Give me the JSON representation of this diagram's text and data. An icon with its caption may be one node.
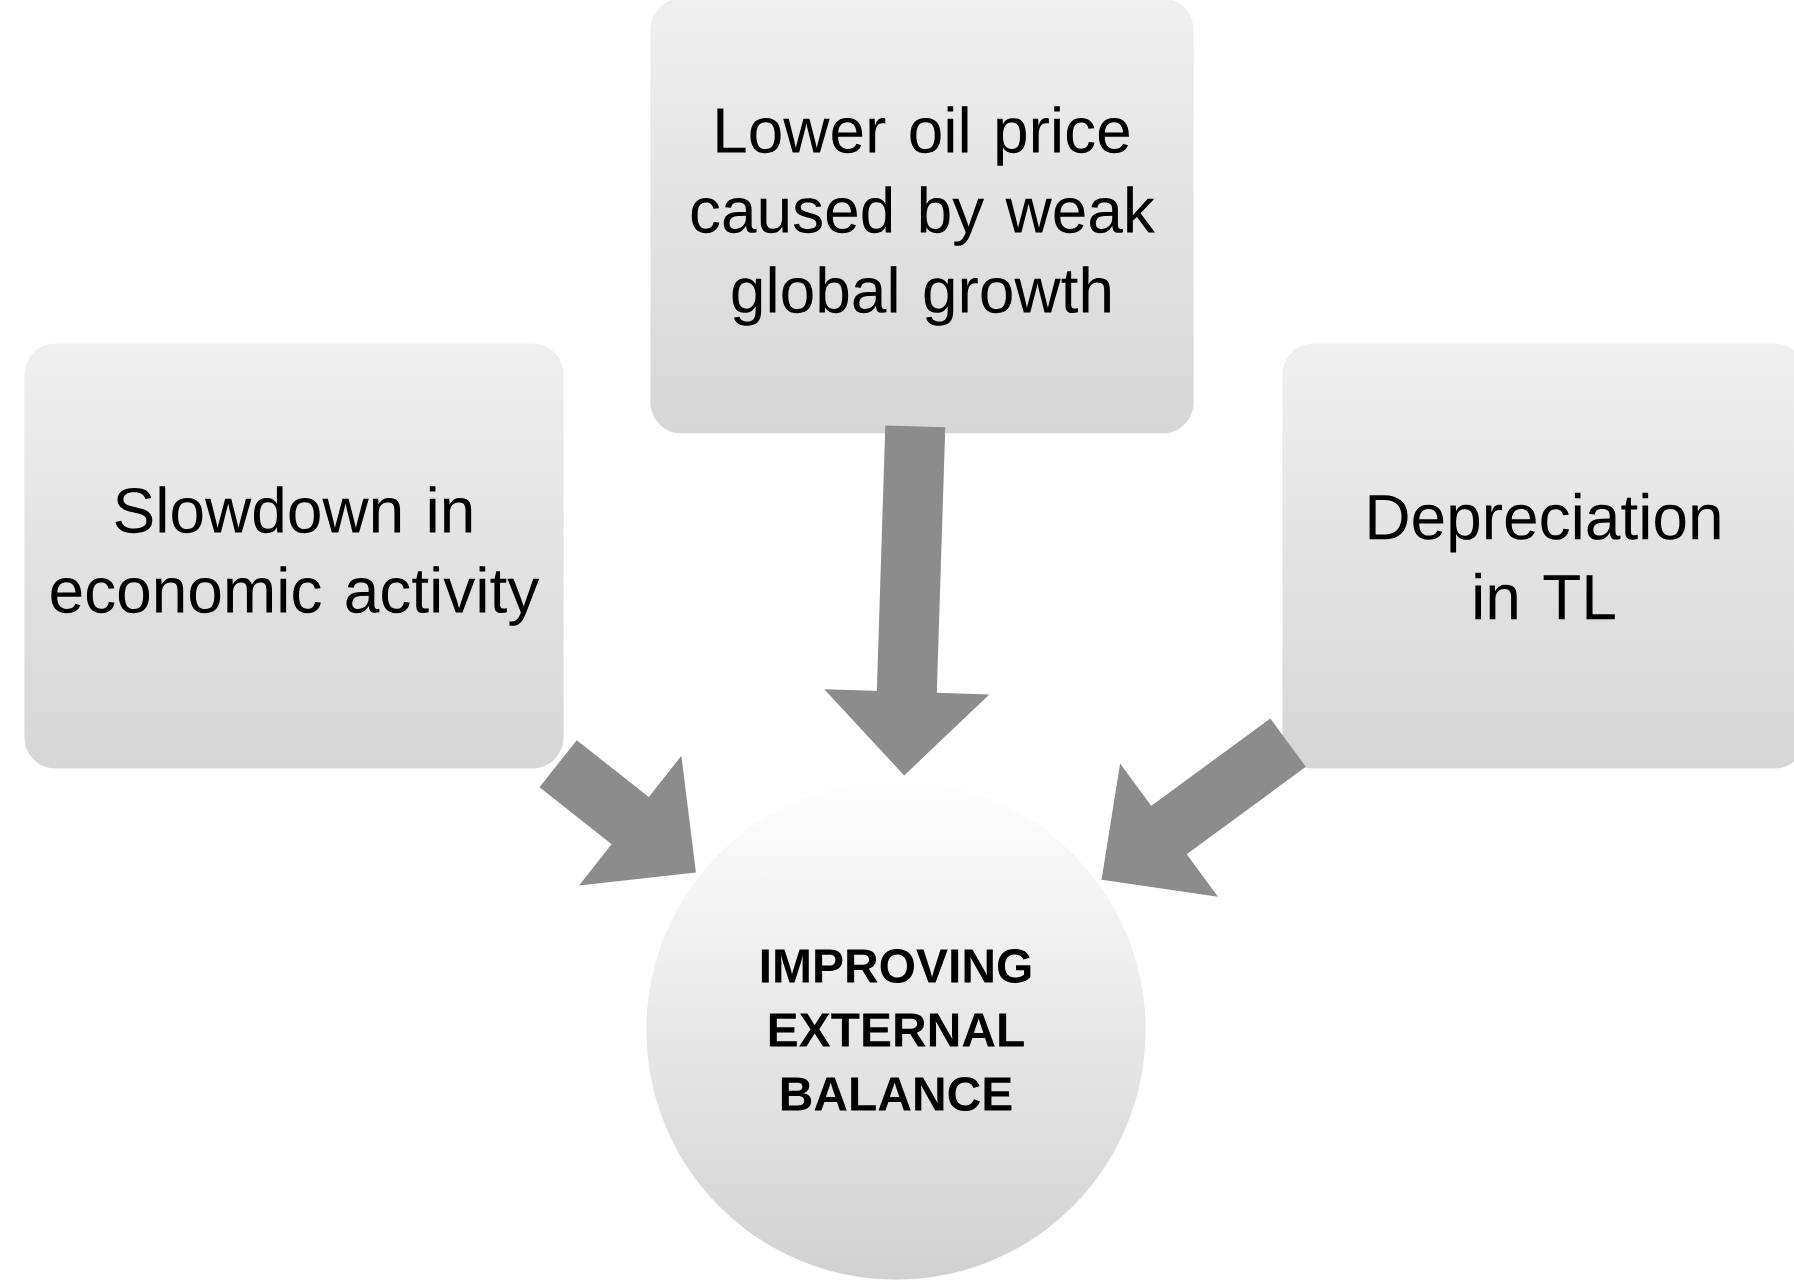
{
  "diagram": {
    "nodes": [
      {
        "text": [
          "Slowdown in economic activity"
        ]
      },
      {
        "text": [
          "Lower oil price caused by weak global growth"
        ]
      },
      {
        "text": [
          "Depreciation in TL"
        ]
      },
      {
        "text": [
          "IMPROVING EXTERNAL BALANCE"
        ]
      }
    ],
    "edges": [
      {
        "from": 0,
        "to": 3,
        "arrow": "to"
      },
      {
        "from": 1,
        "to": 3,
        "arrow": "to"
      },
      {
        "from": 2,
        "to": 3,
        "arrow": "to"
      }
    ]
  }
}
